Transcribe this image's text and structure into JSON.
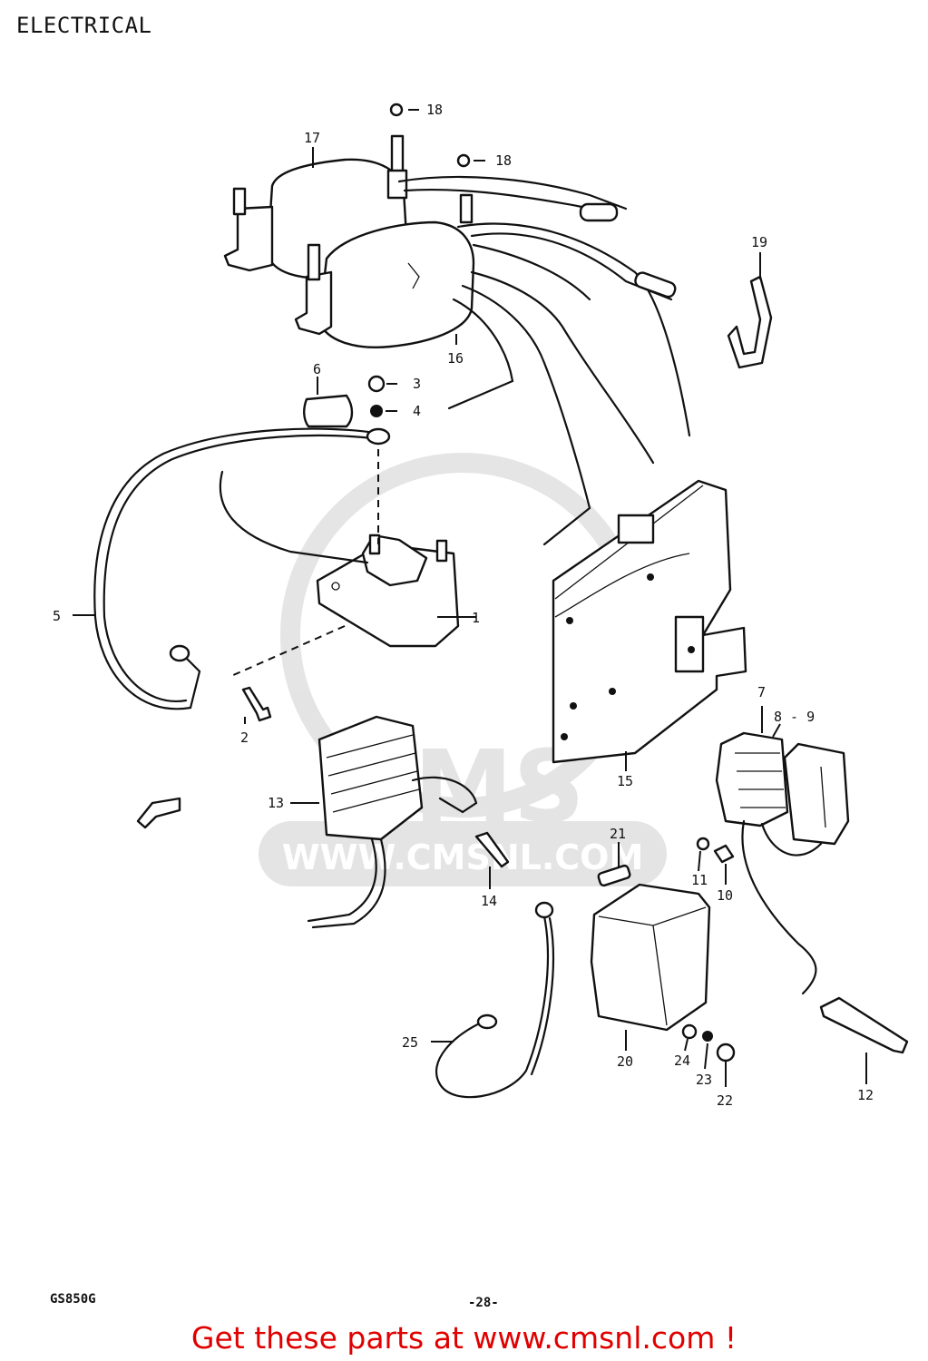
{
  "page": {
    "title": "ELECTRICAL",
    "model_code": "GS850G",
    "page_number": "-28-",
    "promo_text": "Get these parts at www.cmsnl.com !",
    "promo_color": "#e00000"
  },
  "watermark": {
    "logo_text": "CMS",
    "url_text": "WWW.CMSNL.COM"
  },
  "callouts": [
    "1",
    "2",
    "3",
    "4",
    "5",
    "6",
    "7",
    "8 - 9",
    "10",
    "11",
    "12",
    "13",
    "14",
    "15",
    "16",
    "17",
    "18",
    "18",
    "19",
    "20",
    "21",
    "22",
    "23",
    "24",
    "25"
  ]
}
